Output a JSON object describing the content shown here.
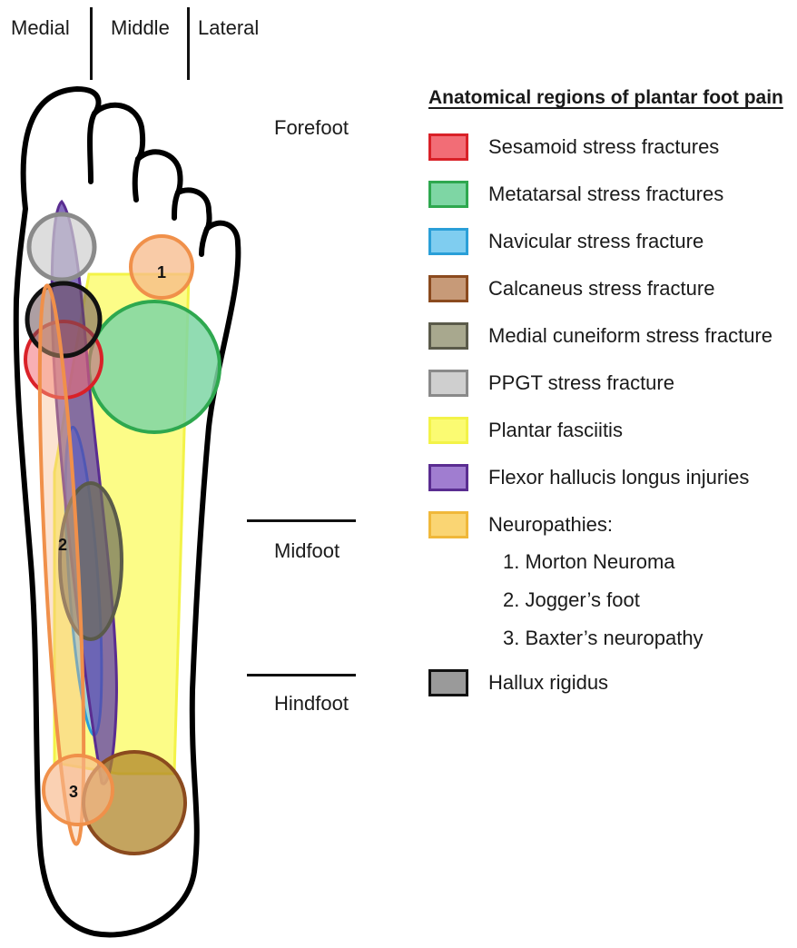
{
  "columns": {
    "medial": "Medial",
    "middle": "Middle",
    "lateral": "Lateral"
  },
  "regions": {
    "forefoot": "Forefoot",
    "midfoot": "Midfoot",
    "hindfoot": "Hindfoot"
  },
  "foot_markers": [
    "1",
    "2",
    "3"
  ],
  "legend": {
    "title": "Anatomical regions of plantar foot pain",
    "items": [
      {
        "label": "Sesamoid stress fractures",
        "fill": "#f26d76",
        "border": "#d92128"
      },
      {
        "label": "Metatarsal stress fractures",
        "fill": "#7ed6a4",
        "border": "#2ea84f"
      },
      {
        "label": "Navicular stress fracture",
        "fill": "#7fcdf0",
        "border": "#2a9fd8"
      },
      {
        "label": "Calcaneus stress fracture",
        "fill": "#c79a78",
        "border": "#8b4a1e"
      },
      {
        "label": "Medial cuneiform stress fracture",
        "fill": "#a8a88e",
        "border": "#5a5a4a"
      },
      {
        "label": "PPGT stress fracture",
        "fill": "#cfcfcf",
        "border": "#8a8a8a"
      },
      {
        "label": "Plantar fasciitis",
        "fill": "#fbfb72",
        "border": "#f3f348"
      },
      {
        "label": "Flexor hallucis longus injuries",
        "fill": "#a07dd0",
        "border": "#5a2d91"
      },
      {
        "label": "Neuropathies:",
        "fill": "#fad573",
        "border": "#f0b83a"
      }
    ],
    "neuropathies": [
      "1. Morton Neuroma",
      "2. Jogger’s foot",
      "3. Baxter’s neuropathy"
    ],
    "last_item": {
      "label": "Hallux rigidus",
      "fill": "#9a9a9a",
      "border": "#111111"
    }
  }
}
